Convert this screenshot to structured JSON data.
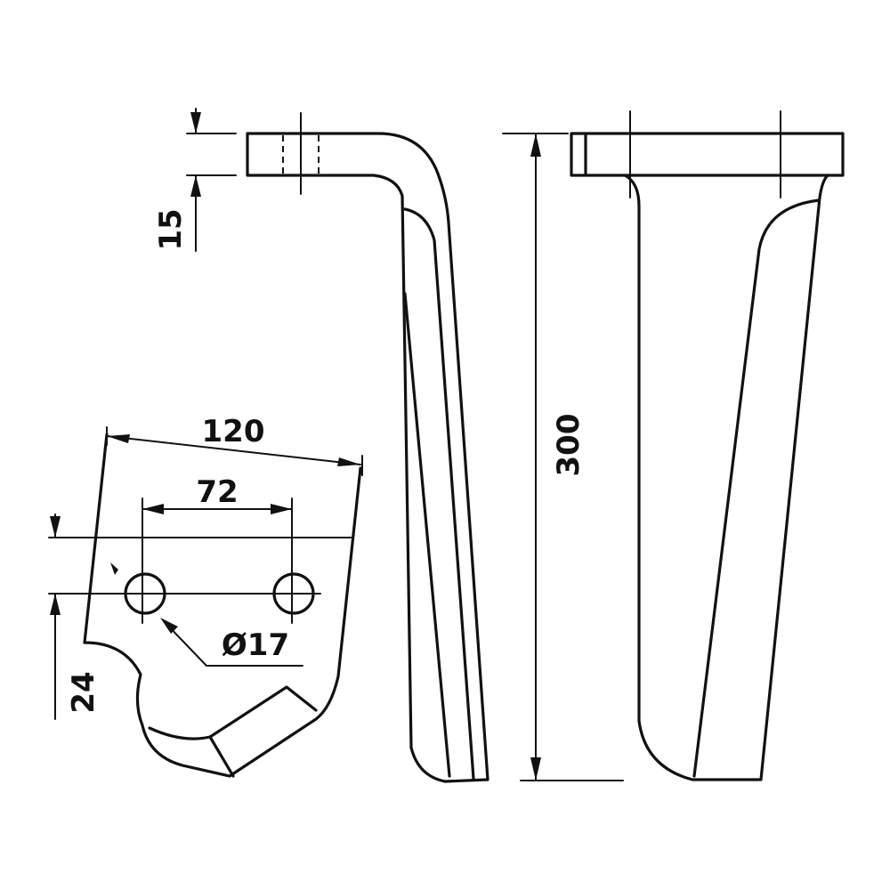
{
  "dimensions": {
    "width_top": "120",
    "hole_spacing": "72",
    "hole_diameter": "Ø17",
    "hole_offset": "24",
    "flange_thickness": "15",
    "overall_height": "300"
  }
}
